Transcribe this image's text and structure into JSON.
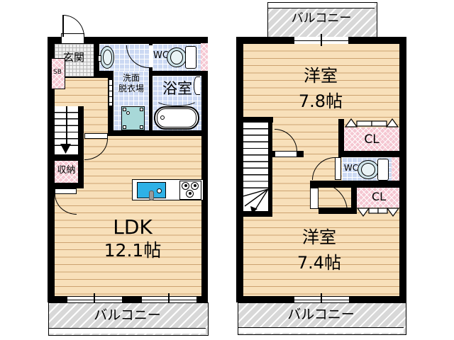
{
  "floor1": {
    "entrance_label": "玄関",
    "shoebox_label": "SB",
    "washroom_label_line1": "洗面",
    "washroom_label_line2": "脱衣場",
    "wc_label": "WC",
    "bath_label": "浴室",
    "storage_label": "収納",
    "ldk_label": "LDK",
    "ldk_size": "12.1帖",
    "balcony_label": "バルコニー"
  },
  "floor2": {
    "bedroom_top_label": "洋室",
    "bedroom_top_size": "7.8帖",
    "closet_top_label": "CL",
    "wc_label": "WC",
    "closet_bottom_label": "CL",
    "bedroom_bottom_label": "洋室",
    "bedroom_bottom_size": "7.4帖",
    "balcony_top_label": "バルコニー",
    "balcony_bottom_label": "バルコニー"
  },
  "colors": {
    "wall": "#000000",
    "floor_wood": "#f8e0ba",
    "tile_blue": "#ccd9f3",
    "closet_pink": "#f5c7d2",
    "fixture_teal": "#a8d8d8",
    "sink_blue": "#2eb1e6",
    "balcony_gray": "#d8d8d8"
  }
}
